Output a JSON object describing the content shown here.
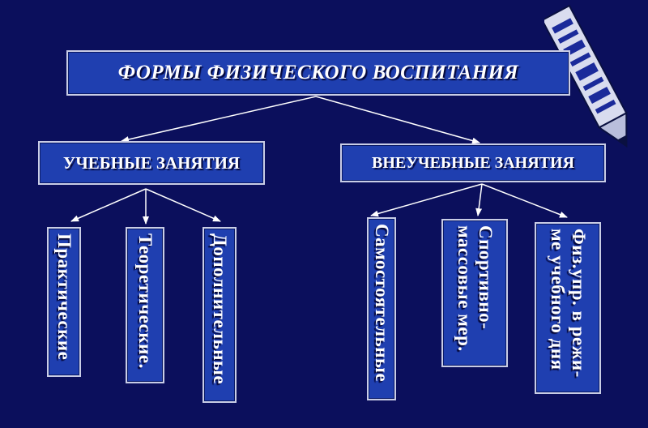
{
  "diagram": {
    "root": {
      "label": "ФОРМЫ ФИЗИЧЕСКОГО ВОСПИТАНИЯ"
    },
    "categories": [
      {
        "label": "УЧЕБНЫЕ ЗАНЯТИЯ"
      },
      {
        "label": "ВНЕУЧЕБНЫЕ ЗАНЯТИЯ"
      }
    ],
    "items": [
      {
        "label": "Практические"
      },
      {
        "label": "Теоретические."
      },
      {
        "label": "Дополнительные"
      },
      {
        "label": "Самостоятельные"
      },
      {
        "label": "Спортивно-\nмассовые мер."
      },
      {
        "label": "Физ.упр. в режи-\nме учебного дня"
      }
    ],
    "colors": {
      "background": "#0b0f5c",
      "box_fill": "#1f3fb0",
      "box_border": "#c9cde6",
      "text": "#ffffff",
      "connector": "#ffffff"
    },
    "decoration": {
      "icon": "pen-icon"
    }
  }
}
